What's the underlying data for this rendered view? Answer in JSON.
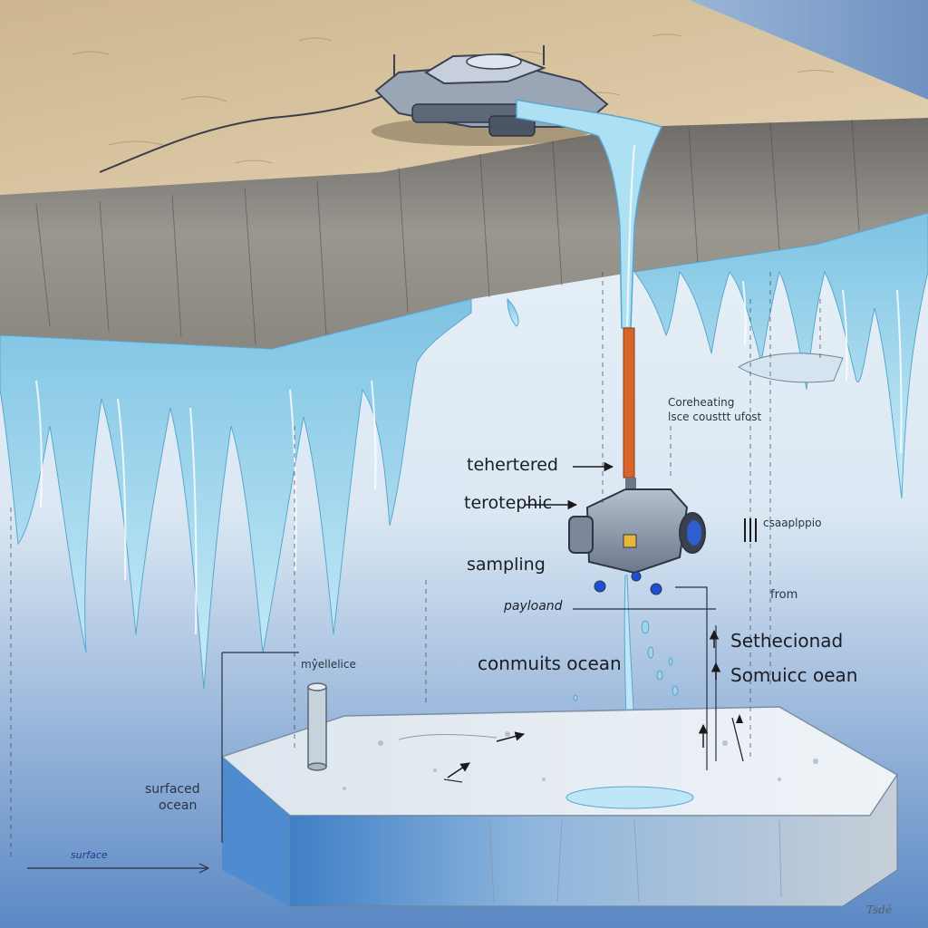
{
  "labels": {
    "coreheating_line1": "Coreheating",
    "coreheating_line2": "lsce cousttt ufost",
    "tethered": "tehertered",
    "terotephic": "terotephic",
    "sampling": "sampling",
    "payload": "payloand",
    "conmuits_ocean": "conmuits ocean",
    "mgellelice": "mŷellelice",
    "surfaced_line1": "surfaced",
    "surfaced_line2": "ocean",
    "surface": "surface",
    "csaaplppio": "csaaplppio",
    "from": "from",
    "sethecionad": "Sethecionad",
    "somuicc_oean": "Somuicc oean",
    "signature": "Tsdé"
  },
  "colors": {
    "sky": "#7f9fc8",
    "surface_ice": "#d9c39c",
    "cliff_rock": "#7d7a76",
    "ice_blue": "#9fd3ea",
    "ocean_pale": "#e3eef6",
    "ocean_deep": "#5b88c4",
    "probe_body": "#8793a6",
    "tether_orange": "#d9642a",
    "arrow": "#1a1a1a"
  },
  "icons": [
    "lander-icon",
    "cryobot-probe-icon",
    "sample-core-icon"
  ]
}
